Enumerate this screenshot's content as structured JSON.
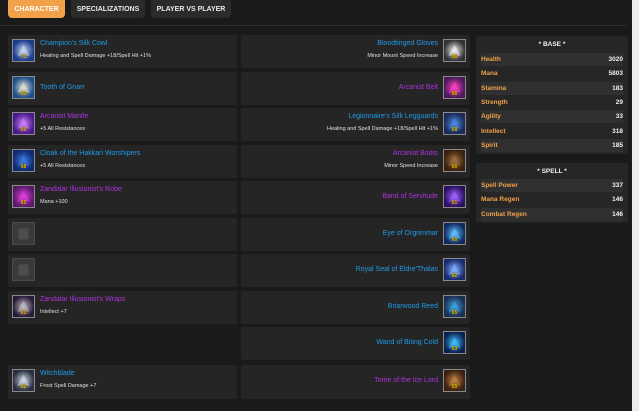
{
  "tabs": [
    "CHARACTER",
    "SPECIALIZATIONS",
    "PLAYER VS PLAYER"
  ],
  "colors": {
    "accent": "#f0a14a",
    "rare": "#1e9be8",
    "epic": "#b032e0"
  },
  "left_items": [
    {
      "name": "Champion's Silk Cowl",
      "quality": "rare",
      "level": "71",
      "stats": [
        "Healing and Spell Damage +18/Spell Hit +1%"
      ],
      "icon": "silk-cowl-icon"
    },
    {
      "name": "Tooth of Gnarr",
      "quality": "rare",
      "level": "63",
      "stats": [],
      "icon": "tooth-necklace-icon"
    },
    {
      "name": "Arcanist Mantle",
      "quality": "epic",
      "level": "66",
      "stats": [
        "+5 All Resistances"
      ],
      "icon": "mantle-icon"
    },
    {
      "name": "Cloak of the Hakkari Worshipers",
      "quality": "rare",
      "level": "68",
      "stats": [
        "+5 All Resistances"
      ],
      "icon": "cloak-icon"
    },
    {
      "name": "Zandalar Illusionist's Robe",
      "quality": "epic",
      "level": "65",
      "stats": [
        "Mana +100"
      ],
      "icon": "robe-icon"
    },
    {
      "name": "",
      "empty": true,
      "icon": "empty-shirt-slot-icon"
    },
    {
      "name": "",
      "empty": true,
      "icon": "empty-tabard-slot-icon"
    },
    {
      "name": "Zandalar Illusionist's Wraps",
      "quality": "epic",
      "level": "61",
      "stats": [
        "Intellect +7"
      ],
      "icon": "wraps-icon"
    },
    {
      "name": "",
      "hidden": true
    },
    {
      "name": "Witchblade",
      "quality": "rare",
      "level": "62",
      "stats": [
        "Frost Spell Damage +7"
      ],
      "icon": "dagger-icon"
    }
  ],
  "right_items": [
    {
      "name": "Bloodtinged Gloves",
      "quality": "rare",
      "level": "66",
      "stats": [
        "Minor Mount Speed Increase"
      ],
      "icon": "gloves-icon"
    },
    {
      "name": "Arcanist Belt",
      "quality": "epic",
      "level": "66",
      "stats": [],
      "icon": "belt-icon"
    },
    {
      "name": "Legionnaire's Silk Legguards",
      "quality": "rare",
      "level": "68",
      "stats": [
        "Healing and Spell Damage +18/Spell Hit +1%"
      ],
      "icon": "legguards-icon"
    },
    {
      "name": "Arcanist Boots",
      "quality": "epic",
      "level": "66",
      "stats": [
        "Minor Speed Increase"
      ],
      "icon": "boots-icon"
    },
    {
      "name": "Band of Servitude",
      "quality": "epic",
      "level": "61",
      "stats": [],
      "icon": "ring-icon"
    },
    {
      "name": "Eye of Orgrimmar",
      "quality": "rare",
      "level": "60",
      "stats": [],
      "icon": "eye-ring-icon"
    },
    {
      "name": "Royal Seal of Eldre'Thalas",
      "quality": "rare",
      "level": "62",
      "stats": [],
      "icon": "seal-trinket-icon"
    },
    {
      "name": "Briarwood Reed",
      "quality": "rare",
      "level": "65",
      "stats": [],
      "icon": "reed-trinket-icon"
    },
    {
      "name": "Wand of Biting Cold",
      "quality": "rare",
      "level": "63",
      "stats": [],
      "icon": "wand-icon"
    },
    {
      "name": "Tome of the Ice Lord",
      "quality": "epic",
      "level": "65",
      "stats": [],
      "icon": "tome-icon"
    }
  ],
  "base_panel": {
    "title": "* BASE *",
    "rows": [
      {
        "label": "Health",
        "value": "3020"
      },
      {
        "label": "Mana",
        "value": "5803"
      },
      {
        "label": "Stamina",
        "value": "183"
      },
      {
        "label": "Strength",
        "value": "29"
      },
      {
        "label": "Agility",
        "value": "33"
      },
      {
        "label": "Intellect",
        "value": "318"
      },
      {
        "label": "Spirit",
        "value": "185"
      }
    ]
  },
  "spell_panel": {
    "title": "* SPELL *",
    "rows": [
      {
        "label": "Spell Power",
        "value": "337"
      },
      {
        "label": "Mana Regen",
        "value": "146"
      },
      {
        "label": "Combat Regen",
        "value": "146"
      }
    ]
  }
}
